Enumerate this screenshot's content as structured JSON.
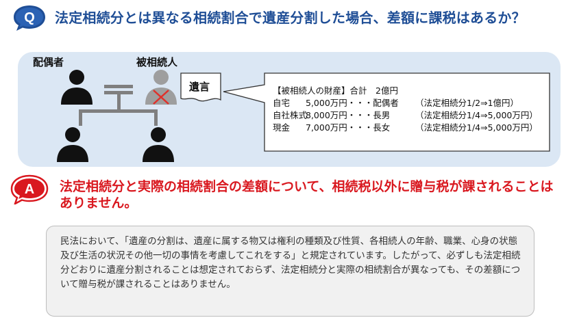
{
  "question": {
    "badge": "Q",
    "title": "法定相続分とは異なる相続割合で遺産分割した場合、差額に課税はあるか？"
  },
  "diagram": {
    "spouse_label": "配偶者",
    "deceased_label": "被相続人",
    "will_label": "遺言",
    "estate": {
      "header": "【被相続人の財産】合計　2億円",
      "rows": [
        {
          "asset": "自宅",
          "value": "5,000万円・・・配偶者",
          "statutory": "（法定相続分1/2⇒1億円）"
        },
        {
          "asset": "自社株式",
          "value": "8,000万円・・・長男",
          "statutory": "（法定相続分1/4⇒5,000万円）"
        },
        {
          "asset": "現金",
          "value": "7,000万円・・・長女",
          "statutory": "（法定相続分1/4⇒5,000万円）"
        }
      ]
    }
  },
  "answer": {
    "badge": "A",
    "text": "法定相続分と実際の相続割合の差額について、相続税以外に贈与税が課されることはありません。"
  },
  "note": {
    "text": "民法において、「遺産の分割は、遺産に属する物又は権利の種類及び性質、各相続人の年齢、職業、心身の状態及び生活の状況その他一切の事情を考慮してこれをする」と規定されています。したがって、必ずしも法定相続分どおりに遺産分割されることは想定されておらず、法定相続分と実際の相続割合が異なっても、その差額について贈与税が課されることはありません。"
  },
  "colors": {
    "q_blue": "#1f4e96",
    "a_red": "#d9181f",
    "panel": "#dbe7f4",
    "deceased_gray": "#9e9e9e"
  }
}
